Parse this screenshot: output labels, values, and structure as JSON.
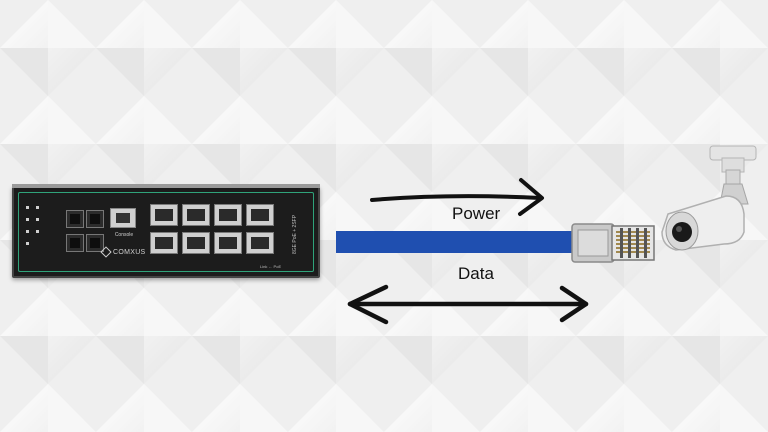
{
  "diagram": {
    "power_label": "Power",
    "data_label": "Data",
    "cable_color": "#1f4fb0",
    "arrow_color": "#111111"
  },
  "switch": {
    "brand": "COMXUS",
    "console_label": "Console",
    "side_label": "8GE PoE + 2SFP",
    "link_label": "Link  ← PoE",
    "accent_color": "#2fa37a"
  },
  "icons": {
    "switch": "network-switch-icon",
    "camera": "security-camera-icon",
    "connector": "rj45-connector-icon"
  }
}
